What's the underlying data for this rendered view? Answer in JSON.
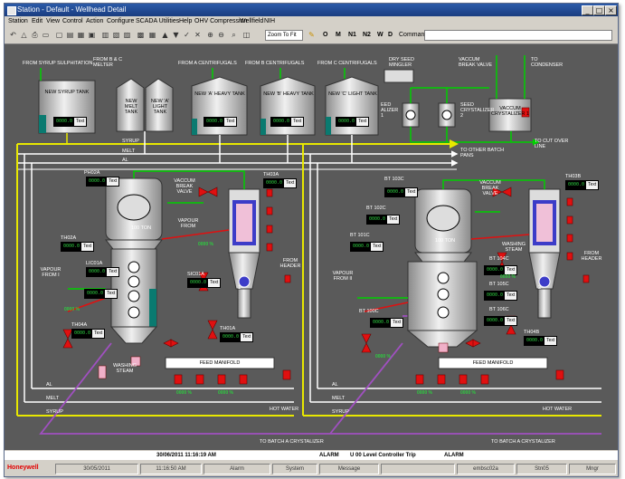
{
  "window": {
    "title": "Station - Default - Wellhead Detail"
  },
  "menu": [
    "Station",
    "Edit",
    "View",
    "Control",
    "Action",
    "Configure",
    "SCADA Utilities",
    "Help",
    "OHV Compression",
    "Wellfield",
    "NIH"
  ],
  "toolbar": {
    "zoom": "Zoom To Fit",
    "buttons": [
      "O",
      "M",
      "N1",
      "N2",
      "W",
      "D"
    ],
    "command_label": "Command"
  },
  "process": {
    "top_labels": {
      "from_syrup_sulphitation": "FROM SYRUP SULPHITATION",
      "from_bc_melter": "FROM B & C MELTER",
      "from_a_centrifugals": "FROM A CENTRIFUGALS",
      "from_b_centrifugals": "FROM B CENTRIFUGALS",
      "from_c_centrifugals": "FROM C CENTRIFUGALS",
      "dry_seed_mingler": "DRY SEED MINGLER",
      "vaccum_break_valve_top": "VACCUM BREAK VALVE",
      "to_condenser": "TO CONDENSER",
      "to_other_batch_pans": "TO OTHER BATCH PANS",
      "to_cut_over_line": "TO CUT OVER LINE",
      "seed_crystalizer_2": "SEED CRYSTALIZER 2",
      "vaccum_crystalizer_1": "VACCUM CRYSTALIZER 1",
      "seed_1": "EED ALIZER 1"
    },
    "tanks": [
      {
        "label": "NEW SYRUP TANK",
        "value": "0000.0",
        "unit": "Text"
      },
      {
        "label": "NEW MELT TANK"
      },
      {
        "label": "NEW 'A' LIGHT TANK"
      },
      {
        "label": "NEW 'A' HEAVY TANK",
        "value": "0000.0",
        "unit": "Text"
      },
      {
        "label": "NEW 'B' HEAVY TANK",
        "value": "0000.0",
        "unit": "Text"
      },
      {
        "label": "NEW 'C' LIGHT TANK",
        "value": "0000.0",
        "unit": "Text"
      }
    ],
    "headers": {
      "syrup": "SYRUP",
      "melt": "MELT",
      "al": "AL"
    },
    "pan_left": {
      "capacity": "100 TON",
      "vaccum_break_valve": "VACCUM BREAK VALVE",
      "vapour_from": "VAPOUR FROM",
      "vapour_from_1": "VAPOUR FROM I",
      "washing_steam": "WASHING STEAM",
      "from_header": "FROM HEADER",
      "feed_manifold": "FEED MANIFOLD",
      "hot_water": "HOT WATER",
      "tags": [
        "PH02A",
        "TH03A",
        "TH02A",
        "LIC01A",
        "SIC01A",
        "TH01A",
        "TH04A",
        "PH02A"
      ],
      "centrifuge": "1"
    },
    "pan_right": {
      "capacity": "100 TON",
      "vaccum_break_valve": "VACCUM BREAK VALVE",
      "vapour_from_2": "VAPOUR FROM II",
      "washing_steam": "WASHING STEAM",
      "from_header": "FROM HEADER",
      "feed_manifold": "FEED MANIFOLD",
      "hot_water": "HOT WATER",
      "tags": [
        "BT 103C",
        "BT 102C",
        "BT 101C",
        "BT 100C",
        "BT 104C",
        "BT 105C",
        "BT 106C",
        "TH03B",
        "TH04B"
      ],
      "centrifuge": "2"
    },
    "value": "0000.0",
    "unit": "Text",
    "pct": "0000 %",
    "to_batch_a_crystalizer": "TO BATCH A CRYSTALIZER",
    "bottom_left_labels": {
      "al": "AL",
      "melt": "MELT",
      "syrup": "SYRUP"
    },
    "bottom_right_labels": {
      "al": "AL",
      "melt": "MELT",
      "syrup": "SYRUP"
    }
  },
  "alarm": {
    "datetime": "30/06/2011 11:16:19 AM",
    "type": "ALARM",
    "message": "U 00 Level Controller Trip",
    "state": "ALARM"
  },
  "statusbar": {
    "brand": "Honeywell",
    "date": "30/05/2011",
    "time": "11:16:50 AM",
    "alarm": "Alarm",
    "system": "System",
    "message": "Message",
    "server": "embsc02a",
    "station": "Stn05",
    "role": "Mngr"
  },
  "colors": {
    "canvas": "#5a5a5a",
    "pipe_yellow": "#e8e800",
    "pipe_green": "#00d000",
    "pipe_magenta": "#a050c0",
    "pipe_white": "#ffffff",
    "valve_red": "#e01010",
    "tank_body": "#c8c8c8",
    "level_teal": "#0a7a70",
    "value_green": "#2ecc40"
  }
}
